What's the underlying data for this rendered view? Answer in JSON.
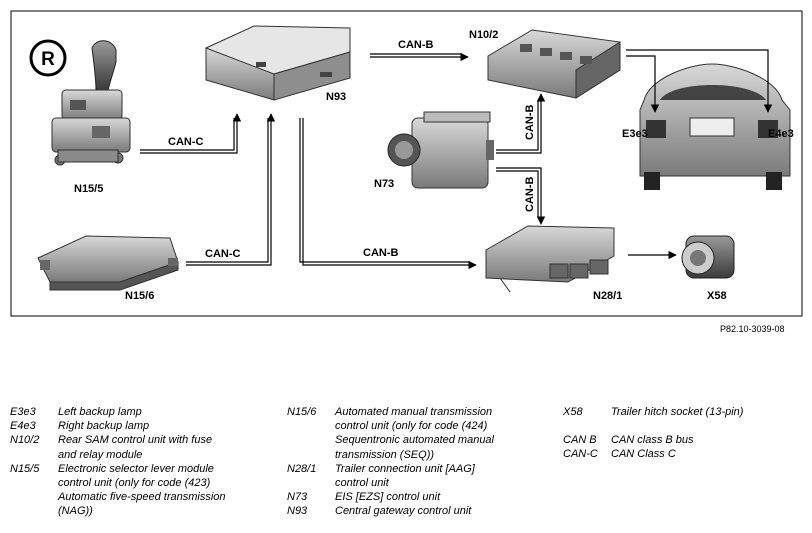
{
  "diagram": {
    "components": {
      "n15_5": "N15/5",
      "n15_6": "N15/6",
      "n93": "N93",
      "n73": "N73",
      "n10_2": "N10/2",
      "n28_1": "N28/1",
      "x58": "X58",
      "e3e3": "E3e3",
      "e4e3": "E4e3",
      "r_symbol": "R"
    },
    "buses": {
      "n15_5_to_n93": "CAN-C",
      "n15_6_to_n93": "CAN-C",
      "n93_to_n10_2": "CAN-B",
      "n93_to_n28_1": "CAN-B",
      "n73_to_n10_2": "CAN-B",
      "n73_to_n28_1": "CAN-B"
    },
    "reference": "P82.10-3039-08"
  },
  "legend": {
    "col1": [
      {
        "code": "E3e3",
        "desc": "Left backup lamp"
      },
      {
        "code": "E4e3",
        "desc": "Right backup lamp"
      },
      {
        "code": "N10/2",
        "desc": "Rear SAM control unit with fuse"
      },
      {
        "code": "",
        "desc": "and relay module"
      },
      {
        "code": "N15/5",
        "desc": "Electronic selector lever module"
      },
      {
        "code": "",
        "desc": "control unit (only for code (423)"
      },
      {
        "code": "",
        "desc": "Automatic five-speed transmission"
      },
      {
        "code": "",
        "desc": "(NAG))"
      }
    ],
    "col2": [
      {
        "code": "N15/6",
        "desc": "Automated manual transmission"
      },
      {
        "code": "",
        "desc": "control unit (only for code (424)"
      },
      {
        "code": "",
        "desc": "Sequentronic automated manual"
      },
      {
        "code": "",
        "desc": "transmission (SEQ))"
      },
      {
        "code": "N28/1",
        "desc": "Trailer connection unit [AAG]"
      },
      {
        "code": "",
        "desc": "control unit"
      },
      {
        "code": "N73",
        "desc": "EIS [EZS] control unit"
      },
      {
        "code": "N93",
        "desc": "Central gateway control unit"
      }
    ],
    "col3": [
      {
        "code": "X58",
        "desc": "Trailer hitch socket (13-pin)"
      },
      {
        "code": "CAN B",
        "desc": "CAN class B bus"
      },
      {
        "code": "CAN-C",
        "desc": "CAN Class C"
      }
    ]
  }
}
